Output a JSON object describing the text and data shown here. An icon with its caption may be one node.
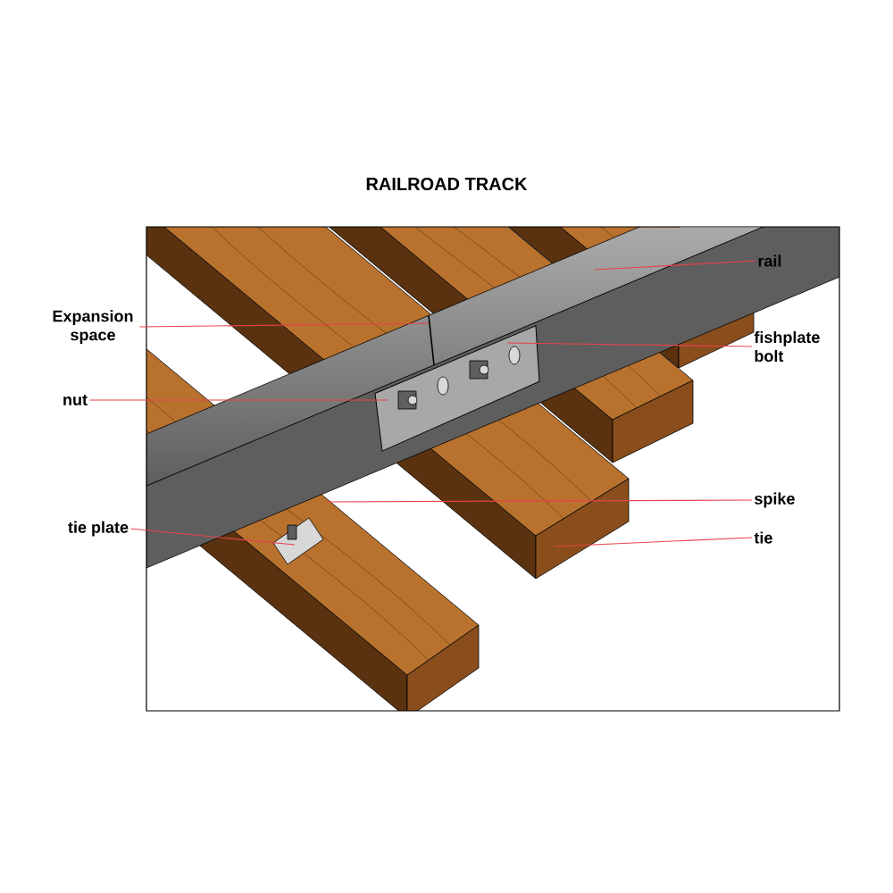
{
  "diagram": {
    "title": "RAILROAD TRACK",
    "nodes": [
      {
        "text": [
          "rail"
        ]
      },
      {
        "text": [
          "Expansion space"
        ]
      },
      {
        "text": [
          "fishplate bolt"
        ]
      },
      {
        "text": [
          "nut"
        ]
      },
      {
        "text": [
          "spike"
        ]
      },
      {
        "text": [
          "tie plate"
        ]
      },
      {
        "text": [
          "tie"
        ]
      }
    ],
    "edges": [
      {
        "from": 0,
        "to": null,
        "arrow": "none"
      },
      {
        "from": 1,
        "to": null,
        "arrow": "none"
      },
      {
        "from": 2,
        "to": null,
        "arrow": "none"
      },
      {
        "from": 3,
        "to": null,
        "arrow": "none"
      },
      {
        "from": 4,
        "to": null,
        "arrow": "none"
      },
      {
        "from": 5,
        "to": null,
        "arrow": "none"
      },
      {
        "from": 6,
        "to": null,
        "arrow": "none"
      }
    ]
  }
}
